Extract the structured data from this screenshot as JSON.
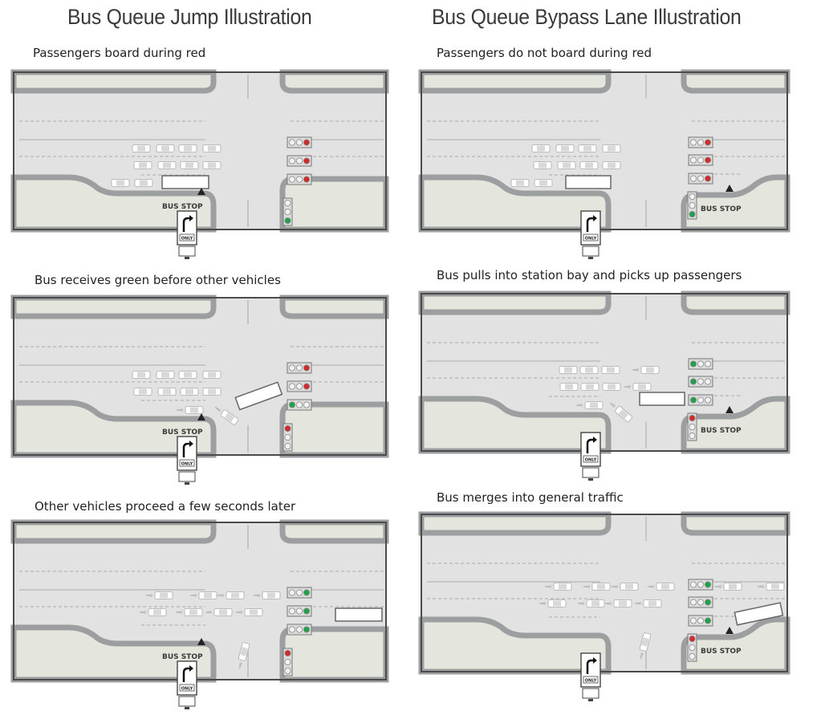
{
  "titles": {
    "left": "Bus Queue Jump Illustration",
    "right": "Bus Queue Bypass Lane Illustration"
  },
  "colors": {
    "sidewalk": "#e4e5dc",
    "road": "#e1e2e1",
    "curb": "#9c9ea0",
    "outline": "#4a4a4a",
    "signal_red": "#d42a2a",
    "signal_green": "#1fa24a",
    "signal_off": "#f2f2f2"
  },
  "labels": {
    "bus_stop": "BUS STOP",
    "sign_only": "ONLY"
  },
  "panels": [
    {
      "id": "jump-1",
      "column": "left",
      "row": 1,
      "caption": "Passengers board during red",
      "bus_stop_side": "near",
      "signals": {
        "through": [
          "red",
          "red",
          "red"
        ],
        "queue_jump": "green",
        "cross": "none"
      },
      "bus_position": "at-stop",
      "traffic": "queued"
    },
    {
      "id": "bypass-1",
      "column": "right",
      "row": 1,
      "caption": "Passengers do not board during red",
      "bus_stop_side": "far",
      "signals": {
        "through": [
          "red",
          "red",
          "red"
        ],
        "queue_jump": "green",
        "cross": "none"
      },
      "bus_position": "at-stop",
      "traffic": "queued"
    },
    {
      "id": "jump-2",
      "column": "left",
      "row": 2,
      "caption": "Bus receives green before other vehicles",
      "bus_stop_side": "near",
      "signals": {
        "through": [
          "red",
          "red",
          "green-left"
        ],
        "queue_jump": "red",
        "cross": "none"
      },
      "bus_position": "jumping",
      "traffic": "queued"
    },
    {
      "id": "bypass-2",
      "column": "right",
      "row": 2,
      "caption": "Bus pulls into station bay and picks up passengers",
      "bus_stop_side": "far",
      "signals": {
        "through": [
          "green-left",
          "green-left",
          "green-left"
        ],
        "queue_jump": "red",
        "cross": "none"
      },
      "bus_position": "bypass-at-signal",
      "traffic": "moving"
    },
    {
      "id": "jump-3",
      "column": "left",
      "row": 3,
      "caption": "Other vehicles proceed a few seconds later",
      "bus_stop_side": "near",
      "signals": {
        "through": [
          "green",
          "green",
          "green"
        ],
        "queue_jump": "red",
        "cross": "none"
      },
      "bus_position": "departed",
      "traffic": "moving"
    },
    {
      "id": "bypass-3",
      "column": "right",
      "row": 3,
      "caption": "Bus merges into general traffic",
      "bus_stop_side": "far",
      "signals": {
        "through": [
          "green",
          "green",
          "green"
        ],
        "queue_jump": "red",
        "cross": "none"
      },
      "bus_position": "merging",
      "traffic": "moving"
    }
  ]
}
